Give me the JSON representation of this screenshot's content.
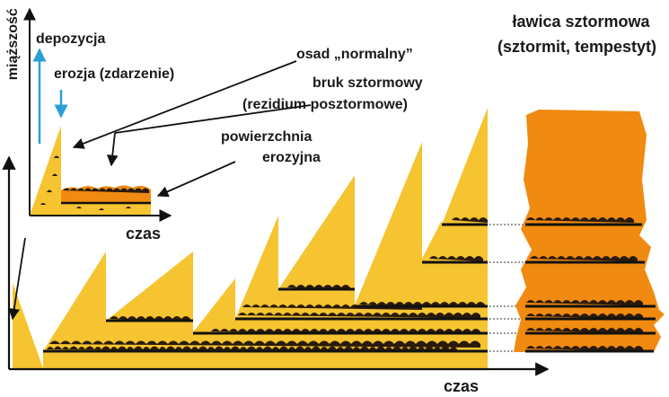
{
  "labels": {
    "y_axis": "miąższość",
    "deposition": "depozycja",
    "erosion": "erozja (zdarzenie)",
    "normal_sediment": "osad „normalny”",
    "storm_pavement_line1": "bruk sztormowy",
    "storm_pavement_line2": "(rezidium posztormowe)",
    "erosion_surface_line1": "powierzchnia",
    "erosion_surface_line2": "erozyjna",
    "time_inset": "czas",
    "time_main": "czas",
    "storm_bed_line1": "ławica sztormowa",
    "storm_bed_line2": "(sztormit, tempestyt)"
  },
  "colors": {
    "sediment_yellow": "#f5c430",
    "storm_orange": "#f08a10",
    "axis": "#111111",
    "arrow_blue": "#2a9fd6",
    "shell_dark": "#2a1a0a"
  }
}
